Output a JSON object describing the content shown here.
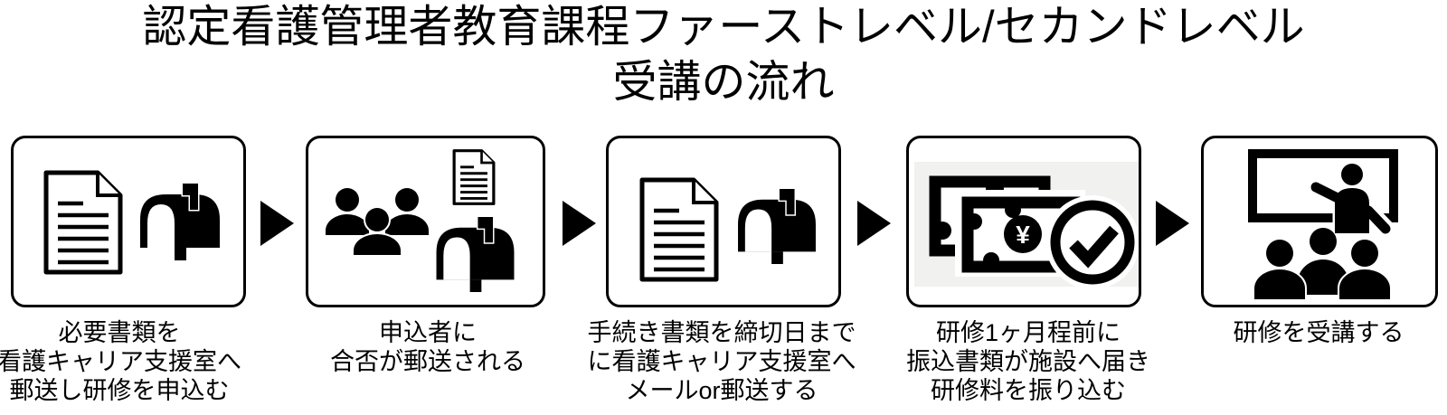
{
  "title": {
    "line1": "認定看護管理者教育課程ファーストレベル/セカンドレベル",
    "line2": "受講の流れ"
  },
  "currency_symbol": "¥",
  "colors": {
    "ink": "#000000",
    "background": "#ffffff",
    "money_image_background": "#f1f1ef"
  },
  "steps": [
    {
      "order": 1,
      "icons": [
        "document-icon",
        "mailbox-icon"
      ],
      "caption": "必要書類を\n看護キャリア支援室へ\n郵送し研修を申込む"
    },
    {
      "order": 2,
      "icons": [
        "people-group-icon",
        "document-icon",
        "mailbox-icon"
      ],
      "caption": "申込者に\n合否が郵送される"
    },
    {
      "order": 3,
      "icons": [
        "document-icon",
        "mailbox-icon"
      ],
      "caption": "手続き書類を締切日まで\nに看護キャリア支援室へ\nメールor郵送する"
    },
    {
      "order": 4,
      "icons": [
        "yen-banknotes-icon",
        "check-circle-icon"
      ],
      "caption": "研修1ヶ月程前に\n振込書類が施設へ届き\n研修料を振り込む"
    },
    {
      "order": 5,
      "icons": [
        "training-presentation-icon"
      ],
      "caption": "研修を受講する"
    }
  ]
}
